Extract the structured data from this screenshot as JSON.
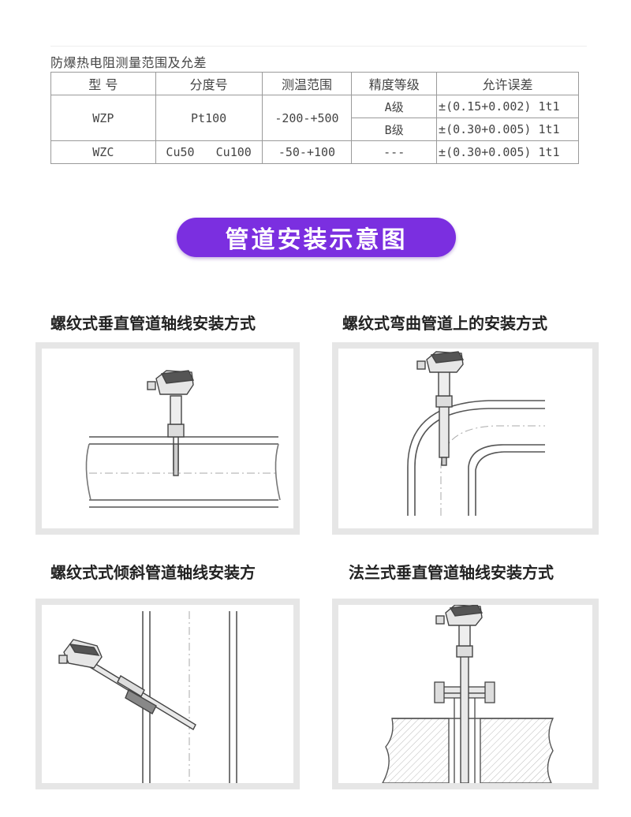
{
  "table": {
    "title": "防爆热电阻测量范围及允差",
    "headers": [
      "型  号",
      "分度号",
      "测温范围",
      "精度等级",
      "允许误差"
    ],
    "rows": {
      "wzp": {
        "model": "WZP",
        "grad": "Pt100",
        "range": "-200-+500",
        "a_grade": "A级",
        "a_tol": "±(0.15+0.002) 1t1",
        "b_grade": "B级",
        "b_tol": "±(0.30+0.005) 1t1"
      },
      "wzc": {
        "model": "WZC",
        "grad": "Cu50   Cu100",
        "range": "-50-+100",
        "grade": "---",
        "tol": "±(0.30+0.005) 1t1"
      }
    }
  },
  "section": {
    "title": "管道安装示意图"
  },
  "diagrams": [
    {
      "caption": "螺纹式垂直管道轴线安装方式"
    },
    {
      "caption": "螺纹式弯曲管道上的安装方式"
    },
    {
      "caption": "螺纹式式倾斜管道轴线安装方"
    },
    {
      "caption": "法兰式垂直管道轴线安装方式"
    }
  ],
  "colors": {
    "accent": "#7b2fe0",
    "frame": "#e6e6e6",
    "line": "#555555"
  }
}
